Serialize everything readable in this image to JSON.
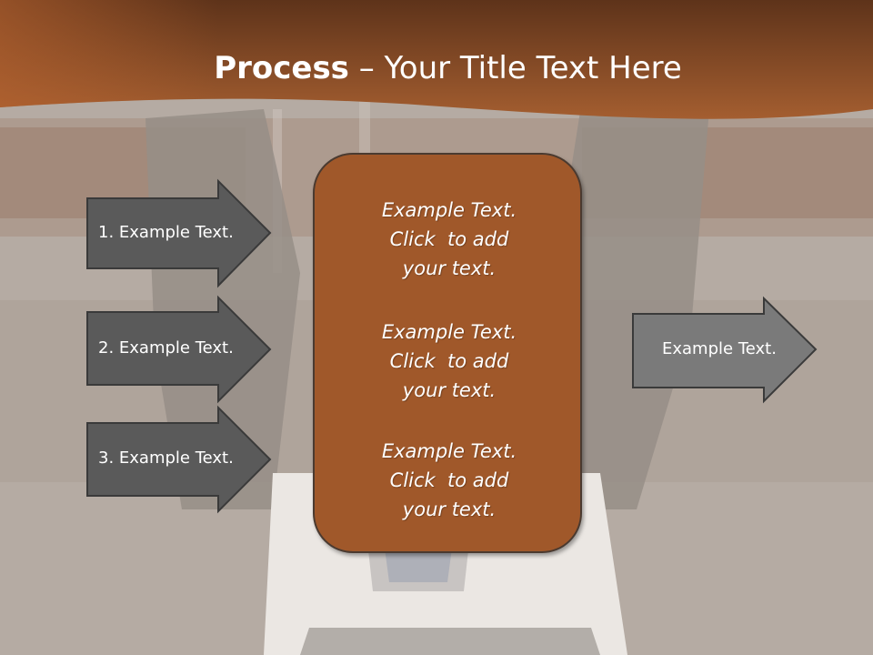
{
  "slide": {
    "title_bold": "Process",
    "title_rest": " – Your Title Text Here"
  },
  "left_arrows": [
    {
      "label": "1. Example Text."
    },
    {
      "label": "2. Example Text."
    },
    {
      "label": "3. Example Text."
    }
  ],
  "center_box": {
    "paragraphs": [
      "Example Text.\nClick  to add\nyour text.",
      "Example Text.\nClick  to add\nyour text.",
      "Example Text.\nClick  to add\nyour text."
    ]
  },
  "right_arrow": {
    "label": "Example Text."
  },
  "colors": {
    "header_brown": "#8e4c24",
    "box_brown": "#a0582a",
    "arrow_dark": "#5a5a5a",
    "arrow_light": "#7a7a7a"
  }
}
